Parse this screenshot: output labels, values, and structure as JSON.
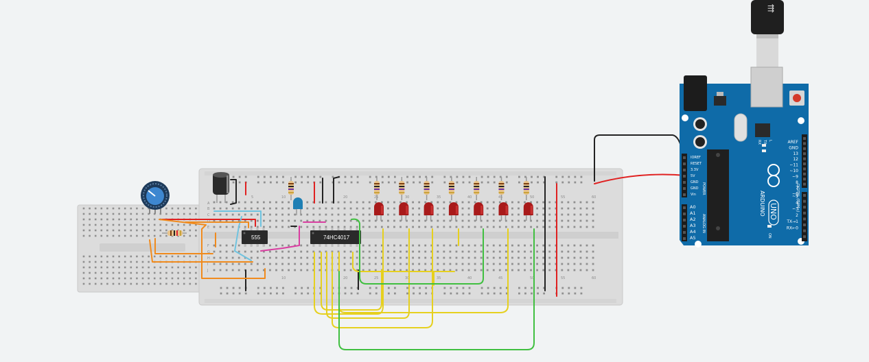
{
  "ic_555": {
    "label": "555"
  },
  "ic_4017": {
    "label": "74HC4017"
  },
  "breadboard_columns": [
    "5",
    "10",
    "20",
    "25",
    "30",
    "35",
    "40",
    "45",
    "50",
    "55",
    "60"
  ],
  "breadboard_rows_top": [
    "A",
    "B",
    "C",
    "D",
    "E"
  ],
  "breadboard_rows_bottom": [
    "F",
    "G",
    "H",
    "I",
    "J"
  ],
  "arduino": {
    "model": "UNO",
    "brand": "ARDUINO",
    "power_header_label": "POWER",
    "analog_header_label": "ANALOG IN",
    "digital_header_label": "DIGITAL (PWM~)",
    "power_pins": [
      "IOREF",
      "RESET",
      "3.3V",
      "5V",
      "GND",
      "GND",
      "Vin"
    ],
    "analog_pins": [
      "A0",
      "A1",
      "A2",
      "A3",
      "A4",
      "A5"
    ],
    "digital_pins": [
      "AREF",
      "GND",
      "13",
      "12",
      "~11",
      "~10",
      "~9",
      "8",
      "7",
      "~6",
      "~5",
      "4",
      "~3",
      "2",
      "TX→1",
      "RX←0"
    ],
    "tx_label": "TX",
    "rx_label": "RX",
    "on_label": "ON",
    "l_label": "L"
  },
  "led_count": 7,
  "colors": {
    "canvas": "#f1f3f4",
    "breadboard": "#dcdcdc",
    "wire_yellow": "#e6d01e",
    "wire_green": "#3fbf3f",
    "wire_red": "#e02020",
    "wire_black": "#222222",
    "wire_orange": "#f08a1c",
    "wire_cyan": "#6fc3df",
    "wire_magenta": "#d93ca0",
    "arduino_board": "#0f6ba8",
    "led_red": "#a81a1a",
    "led_blue": "#1e7fb4"
  }
}
